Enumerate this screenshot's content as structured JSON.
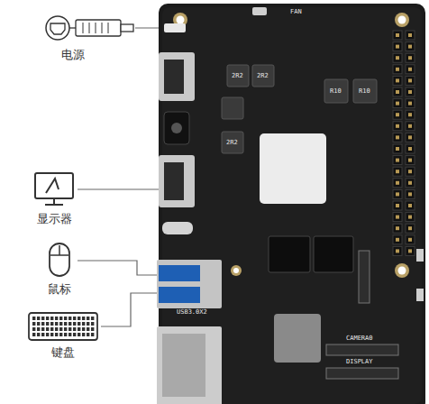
{
  "diagram": {
    "nodes": [
      {
        "text": [
          "电源"
        ]
      },
      {
        "text": [
          "显示器"
        ]
      },
      {
        "text": [
          "鼠标"
        ]
      },
      {
        "text": [
          "键盘"
        ]
      }
    ],
    "labels": [
      "FAN",
      "2R2",
      "2R2",
      "2R2",
      "R10",
      "R10",
      "CAMERA0",
      "DISPLAY",
      "USB3.0X2"
    ]
  }
}
